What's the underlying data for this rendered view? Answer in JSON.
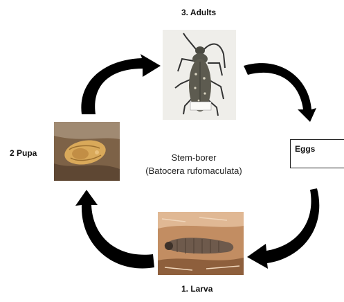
{
  "stages": {
    "adults": "3. Adults",
    "pupa": "2 Pupa",
    "larva": "1. Larva",
    "eggs": "Eggs"
  },
  "center": {
    "common_name": "Stem-borer",
    "scientific_name": "(Batocera rufomaculata)"
  },
  "icons": {
    "arrow": "curved-arrow-icon",
    "adult_photo": "longhorn-beetle-specimen",
    "pupa_photo": "beetle-pupa",
    "larva_photo": "larva-in-wood"
  },
  "colors": {
    "arrow": "#000000",
    "box_border": "#222222",
    "background": "#ffffff"
  }
}
